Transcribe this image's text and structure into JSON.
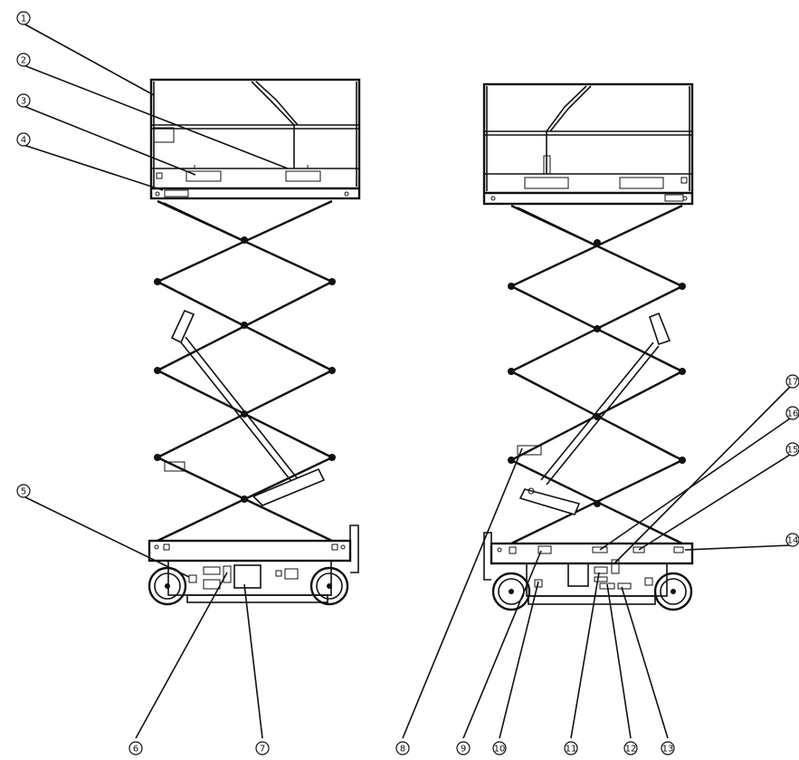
{
  "callouts": [
    {
      "id": "1",
      "label": "①"
    },
    {
      "id": "2",
      "label": "②"
    },
    {
      "id": "3",
      "label": "③"
    },
    {
      "id": "4",
      "label": "④"
    },
    {
      "id": "5",
      "label": "⑤"
    },
    {
      "id": "6",
      "label": "⑥"
    },
    {
      "id": "7",
      "label": "⑦"
    },
    {
      "id": "8",
      "label": "⑧"
    },
    {
      "id": "9",
      "label": "⑨"
    },
    {
      "id": "10",
      "label": "⑩"
    },
    {
      "id": "11",
      "label": "⑪"
    },
    {
      "id": "12",
      "label": "⑫"
    },
    {
      "id": "13",
      "label": "⑬"
    },
    {
      "id": "14",
      "label": "⑭"
    },
    {
      "id": "15",
      "label": "⑮"
    },
    {
      "id": "16",
      "label": "⑯"
    },
    {
      "id": "17",
      "label": "⑰"
    }
  ],
  "colors": {
    "line": "#111111",
    "background": "#ffffff"
  }
}
